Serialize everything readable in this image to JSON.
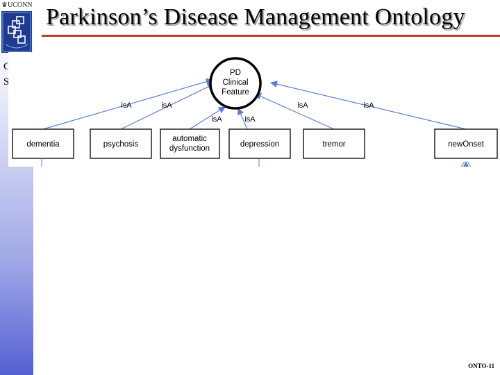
{
  "slide": {
    "title": "Parkinson’s Disease Management Ontology",
    "footer": "ONTO-11",
    "logo_text": "UCONN",
    "side_fragments": [
      "C",
      "S"
    ]
  },
  "colors": {
    "title_rule": "#c0392b",
    "arrow": "#5b7fcf",
    "sidebar_bottom": "#5560d2",
    "logo": "#1f3b8f"
  },
  "diagram": {
    "root": {
      "lines": [
        "PD",
        "Clinical",
        "Feature"
      ]
    },
    "children": [
      {
        "lines": [
          "dementia"
        ]
      },
      {
        "lines": [
          "psychosis"
        ]
      },
      {
        "lines": [
          "automatic",
          "dysfunction"
        ]
      },
      {
        "lines": [
          "depression"
        ]
      },
      {
        "lines": [
          "tremor"
        ]
      },
      {
        "lines": [
          "newOnset"
        ]
      }
    ],
    "edge_label": "isA"
  }
}
